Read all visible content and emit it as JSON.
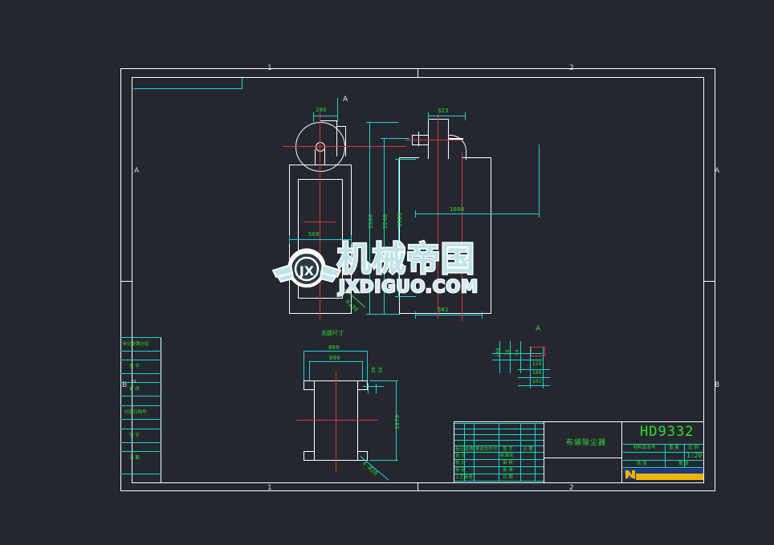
{
  "drawing": {
    "part_number": "HD9332",
    "title": "布袋除尘器",
    "scale_label": "比 例",
    "scale_value": "1:20",
    "sheet_label": "共 张",
    "sheet_value": "第 张",
    "material_label": "材料及本号",
    "weight_label": "重 量",
    "view_labels": {
      "bottom_view": "支腿尺寸",
      "section_a_top": "A",
      "section_a_detail": "A",
      "zone_left_a": "A",
      "zone_left_b": "B",
      "zone_right_a": "A",
      "zone_right_b": "B",
      "zone_top_1": "1",
      "zone_top_2": "2",
      "zone_bottom_1": "1",
      "zone_bottom_2": "2"
    }
  },
  "dimensions": {
    "front_view": {
      "inlet_offset": "286",
      "body_width": "560",
      "total_height": "2500",
      "height_2240": "2240",
      "height_1380": "1380",
      "outlet_width": "323",
      "overall_width": "1080",
      "hopper_width": "581",
      "radius_note": "R130"
    },
    "bottom_view": {
      "outer_width": "860",
      "inner_width": "800",
      "depth": "1070",
      "hole_note": "4-Ø20",
      "small_a": "30",
      "small_b": "30"
    },
    "detail_a": {
      "d1": "148",
      "d2": "70",
      "d3": "94",
      "v1": "128",
      "v2": "186",
      "v3": "102"
    }
  },
  "revision_table": {
    "rows": [
      "标记处数分区",
      "签  字",
      "更  改",
      "归底归场号",
      "签  字",
      "日  期"
    ]
  },
  "signature_table": {
    "headers": [
      "标记",
      "处数",
      "更改文件号",
      "签 字",
      "日 期"
    ],
    "rows": [
      {
        "role": "设 计",
        "name": "",
        "check": "标准化",
        "date": ""
      },
      {
        "role": "校 对",
        "name": "",
        "check": "审 核",
        "date": ""
      },
      {
        "role": "审 定",
        "name": "",
        "check": "批 准",
        "date": ""
      },
      {
        "role": "工艺审查",
        "name": "",
        "check": "日 期",
        "date": ""
      }
    ]
  },
  "watermark": {
    "main_text": "机械帝国",
    "sub_text": "JXDIGUO.COM",
    "logo_letters": "JX"
  },
  "colors": {
    "background": "#25272f",
    "white_lines": "#ffffff",
    "cyan_dims": "#19d4d4",
    "green_text": "#2de02d",
    "red_centerlines": "#d83636",
    "yellow_bar": "#f0b400",
    "blue_bar": "#1b3a8a"
  }
}
